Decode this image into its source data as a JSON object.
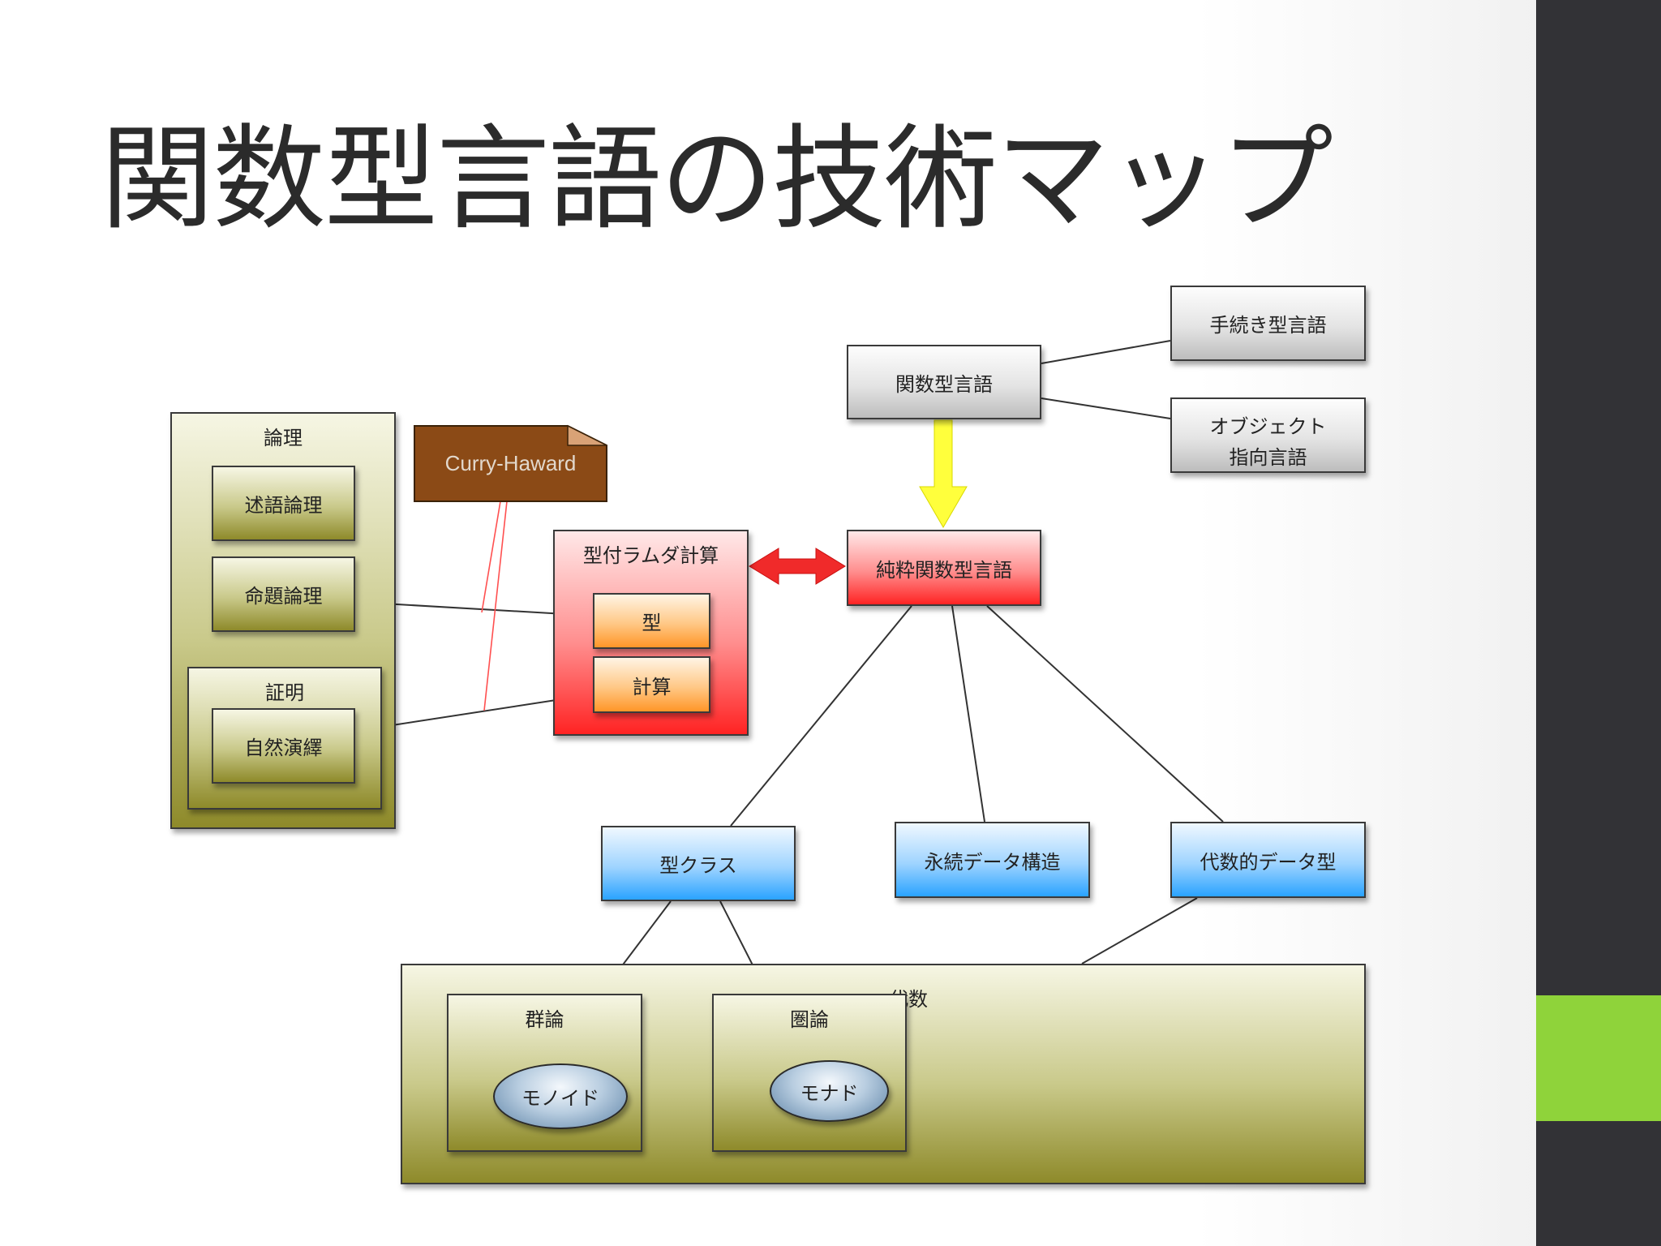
{
  "title": "関数型言語の技術マップ",
  "nodes": {
    "procedural": "手続き型言語",
    "functional": "関数型言語",
    "oop_line1": "オブジェクト",
    "oop_line2": "指向言語",
    "logic": "論理",
    "predicate_logic": "述語論理",
    "propositional_logic": "命題論理",
    "proof": "証明",
    "natural_deduction": "自然演繹",
    "curry_howard": "Curry-Haward",
    "typed_lambda": "型付ラムダ計算",
    "type": "型",
    "computation": "計算",
    "pure_functional": "純粋関数型言語",
    "type_class": "型クラス",
    "persistent_ds": "永続データ構造",
    "algebraic_dt": "代数的データ型",
    "algebra": "代数",
    "group_theory": "群論",
    "category_theory": "圏論",
    "monoid": "モノイド",
    "monad": "モナド"
  },
  "colors": {
    "olive": "#8e8a2a",
    "red": "#ff2323",
    "orange": "#ff9628",
    "blue": "#2aa3ff",
    "brown": "#8b4a16",
    "yellow_arrow": "#ffff3c",
    "red_arrow": "#f02a2a",
    "sidebar": "#323236",
    "sidebar_accent": "#8fd33a"
  }
}
